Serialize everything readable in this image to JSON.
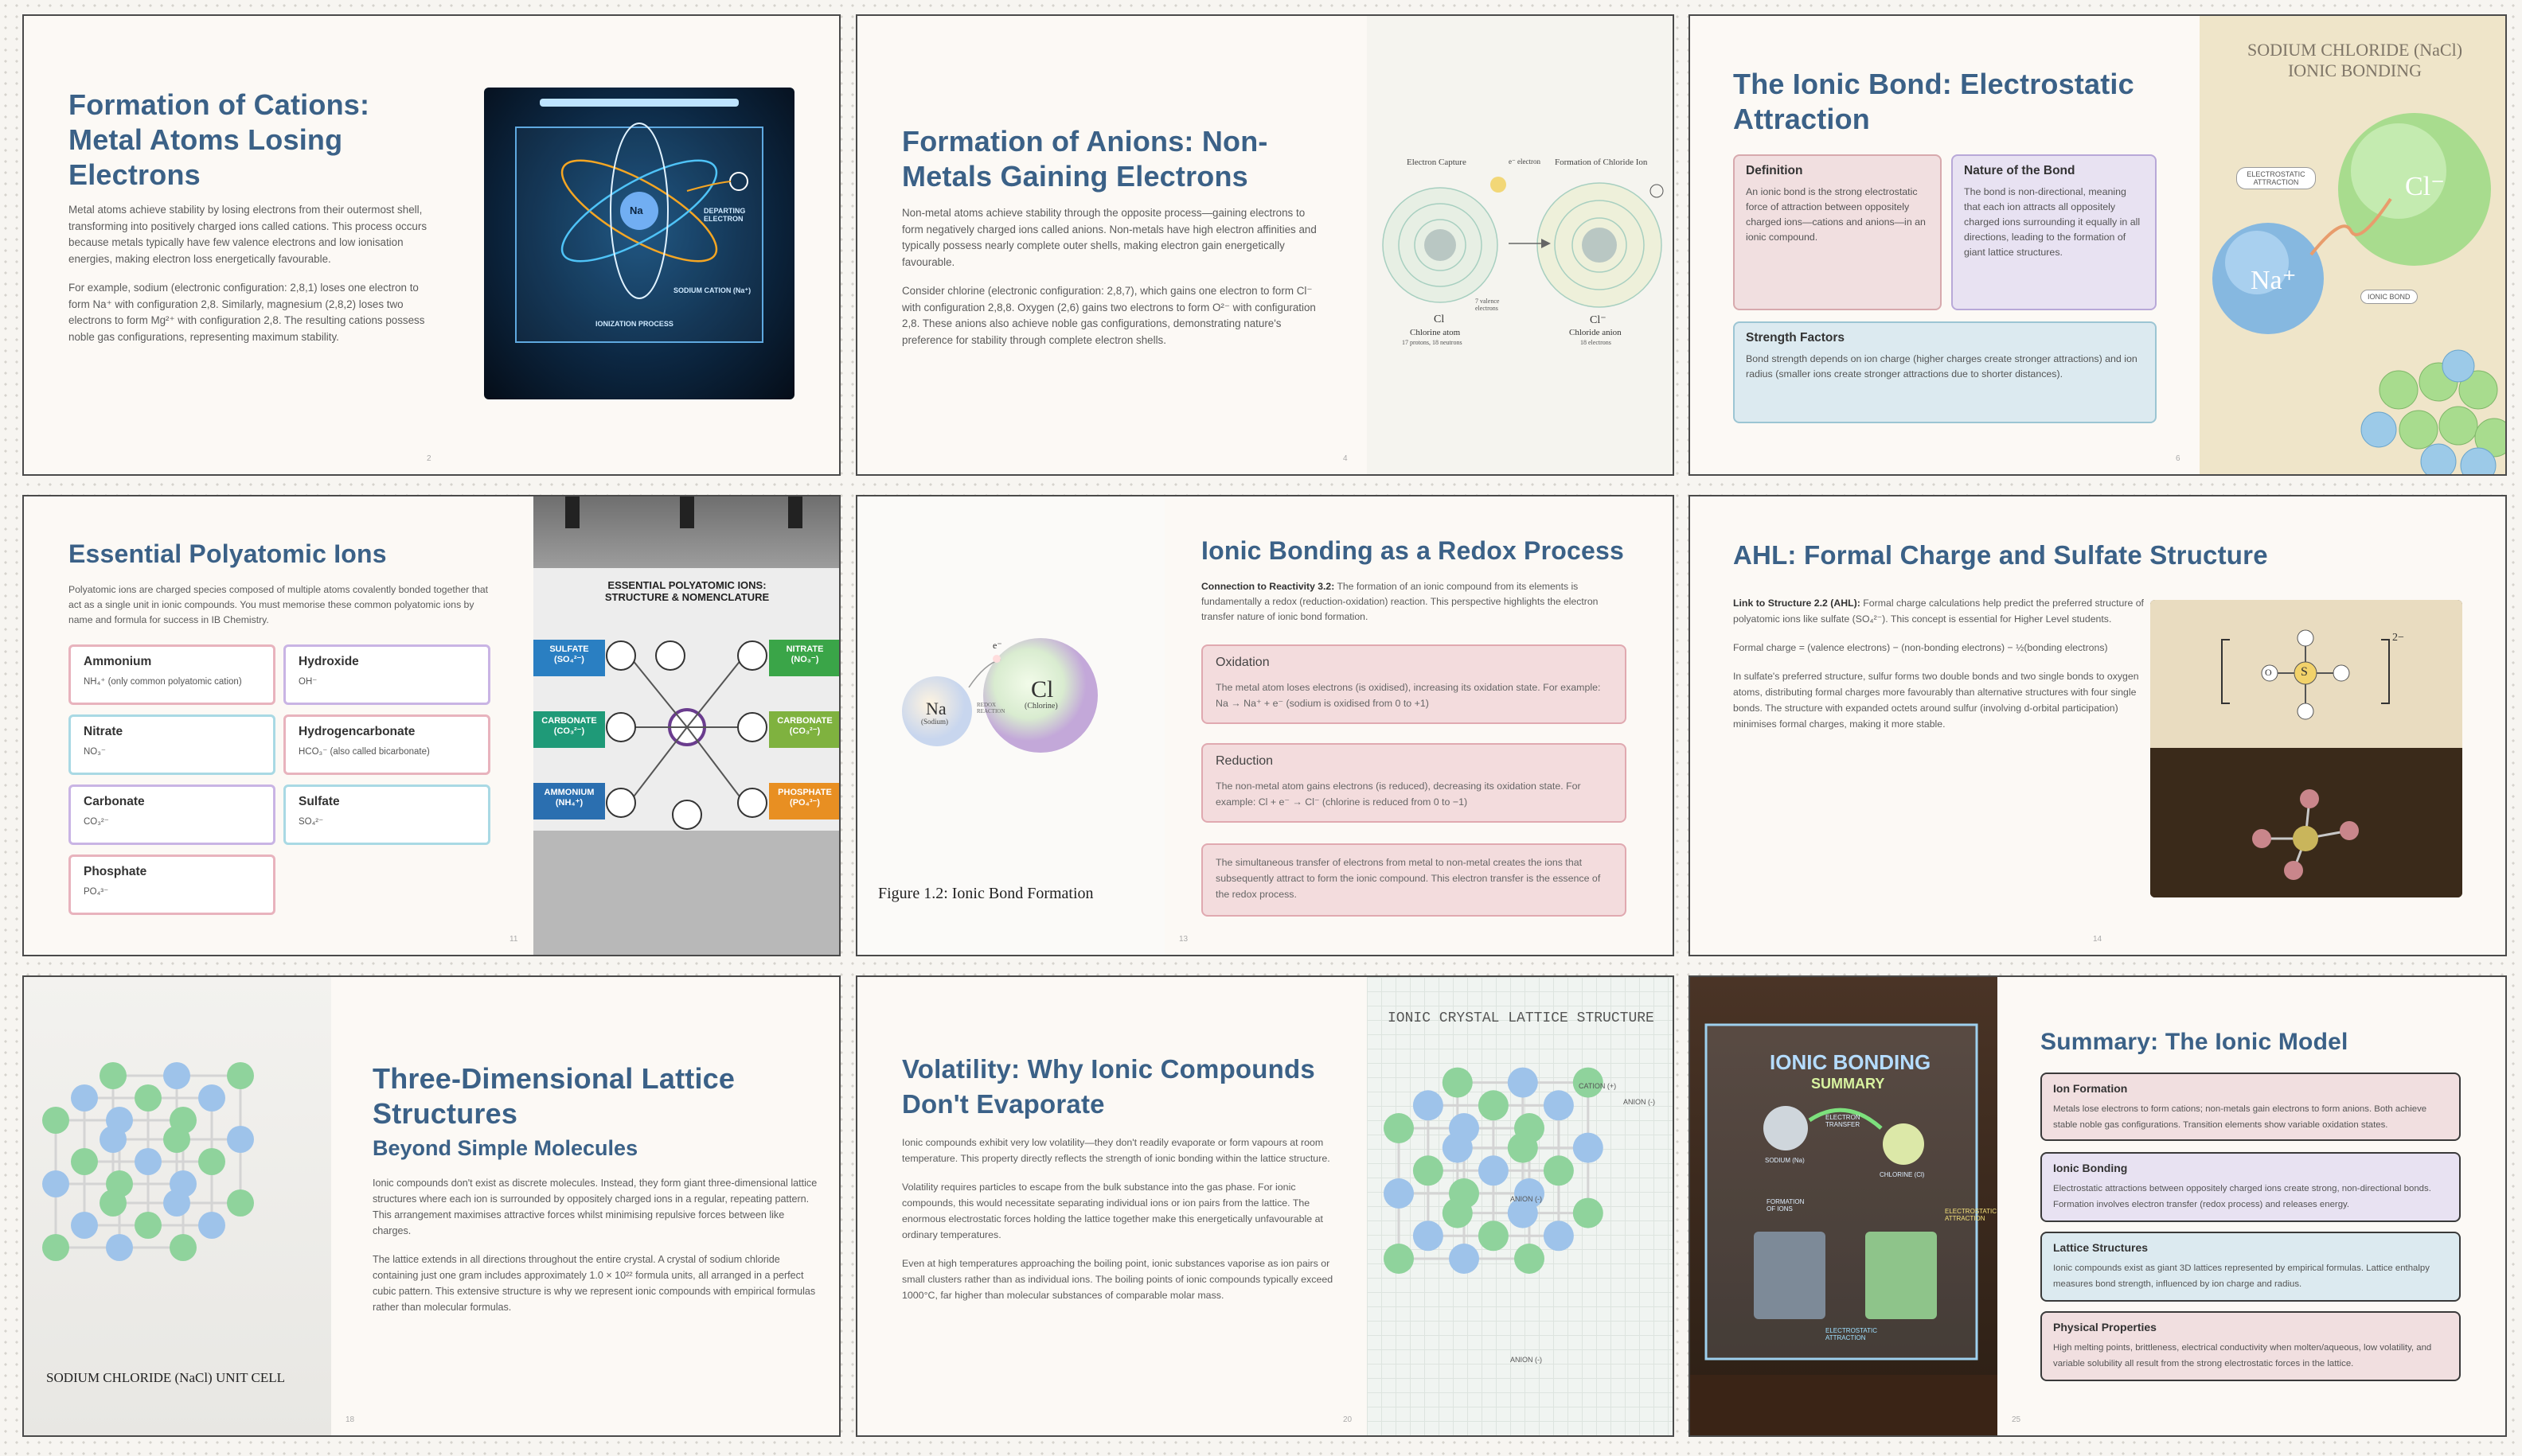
{
  "slides": {
    "cations": {
      "title": "Formation of Cations: Metal Atoms Losing Electrons",
      "p1": "Metal atoms achieve stability by losing electrons from their outermost shell, transforming into positively charged ions called cations. This process occurs because metals typically have few valence electrons and low ionisation energies, making electron loss energetically favourable.",
      "p2": "For example, sodium (electronic configuration: 2,8,1) loses one electron to form Na⁺ with configuration 2,8. Similarly, magnesium (2,8,2) loses two electrons to form Mg²⁺ with configuration 2,8. The resulting cations possess noble gas configurations, representing maximum stability.",
      "page": "2",
      "image": {
        "nucleus": "Na",
        "departing": "DEPARTING ELECTRON",
        "cation": "SODIUM CATION (Na⁺)",
        "process": "IONIZATION PROCESS"
      }
    },
    "anions": {
      "title": "Formation of Anions: Non-Metals Gaining Electrons",
      "p1": "Non-metal atoms achieve stability through the opposite process—gaining electrons to form negatively charged ions called anions. Non-metals have high electron affinities and typically possess nearly complete outer shells, making electron gain energetically favourable.",
      "p2": "Consider chlorine (electronic configuration: 2,8,7), which gains one electron to form Cl⁻ with configuration 2,8,8. Oxygen (2,6) gains two electrons to form O²⁻ with configuration 2,8. These anions also achieve noble gas configurations, demonstrating nature's preference for stability through complete electron shells.",
      "page": "4",
      "image": {
        "capture": "Electron Capture",
        "formation": "Formation of Chloride Ion",
        "electron": "e⁻ electron",
        "valence": "7 valence electrons",
        "cl": "Cl",
        "cl_name": "Chlorine atom",
        "cl_sub": "17 protons, 18 neutrons",
        "clm": "Cl⁻",
        "clm_name": "Chloride anion",
        "clm_sub": "18 electrons"
      }
    },
    "ionic_bond": {
      "title": "The Ionic Bond: Electrostatic Attraction",
      "definition_h": "Definition",
      "definition_t": "An ionic bond is the strong electrostatic force of attraction between oppositely charged ions—cations and anions—in an ionic compound.",
      "nature_h": "Nature of the Bond",
      "nature_t": "The bond is non-directional, meaning that each ion attracts all oppositely charged ions surrounding it equally in all directions, leading to the formation of giant lattice structures.",
      "strength_h": "Strength Factors",
      "strength_t": "Bond strength depends on ion charge (higher charges create stronger attractions) and ion radius (smaller ions create stronger attractions due to shorter distances).",
      "page": "6",
      "image": {
        "title": "SODIUM CHLORIDE (NaCl) IONIC BONDING",
        "attraction": "ELECTROSTATIC ATTRACTION",
        "cl": "Cl⁻",
        "na": "Na⁺",
        "bond": "IONIC BOND"
      }
    },
    "polyatomic": {
      "title": "Essential Polyatomic Ions",
      "intro": "Polyatomic ions are charged species composed of multiple atoms covalently bonded together that act as a single unit in ionic compounds. You must memorise these common polyatomic ions by name and formula for success in IB Chemistry.",
      "ions": [
        {
          "name": "Ammonium",
          "formula": "NH₄⁺ (only common polyatomic cation)"
        },
        {
          "name": "Hydroxide",
          "formula": "OH⁻"
        },
        {
          "name": "Nitrate",
          "formula": "NO₃⁻"
        },
        {
          "name": "Hydrogencarbonate",
          "formula": "HCO₃⁻ (also called bicarbonate)"
        },
        {
          "name": "Carbonate",
          "formula": "CO₃²⁻"
        },
        {
          "name": "Sulfate",
          "formula": "SO₄²⁻"
        },
        {
          "name": "Phosphate",
          "formula": "PO₄³⁻"
        }
      ],
      "page": "11",
      "image": {
        "title": "ESSENTIAL POLYATOMIC IONS: STRUCTURE & NOMENCLATURE",
        "left": [
          "SULFATE (SO₄²⁻)",
          "CARBONATE (CO₃²⁻)",
          "AMMONIUM (NH₄⁺)"
        ],
        "right": [
          "NITRATE (NO₃⁻)",
          "CARBONATE (CO₃²⁻)",
          "PHOSPHATE (PO₄³⁻)"
        ]
      }
    },
    "redox": {
      "title": "Ionic Bonding as a Redox Process",
      "intro_b": "Connection to Reactivity 3.2:",
      "intro": " The formation of an ionic compound from its elements is fundamentally a redox (reduction-oxidation) reaction. This perspective highlights the electron transfer nature of ionic bond formation.",
      "ox_h": "Oxidation",
      "ox_t": "The metal atom loses electrons (is oxidised), increasing its oxidation state. For example: Na → Na⁺ + e⁻ (sodium is oxidised from 0 to +1)",
      "red_h": "Reduction",
      "red_t": "The non-metal atom gains electrons (is reduced), decreasing its oxidation state. For example: Cl + e⁻ → Cl⁻ (chlorine is reduced from 0 to −1)",
      "sim_t": "The simultaneous transfer of electrons from metal to non-metal creates the ions that subsequently attract to form the ionic compound. This electron transfer is the essence of the redox process.",
      "page": "13",
      "image": {
        "na": "Na",
        "na_name": "(Sodium)",
        "cl": "Cl",
        "cl_name": "(Chlorine)",
        "redox": "REDOX REACTION",
        "e": "e⁻",
        "caption": "Figure 1.2: Ionic Bond Formation"
      }
    },
    "ahl": {
      "title": "AHL: Formal Charge and Sulfate Structure",
      "link_b": "Link to Structure 2.2 (AHL):",
      "link": " Formal charge calculations help predict the preferred structure of polyatomic ions like sulfate (SO₄²⁻). This concept is essential for Higher Level students.",
      "formula": "Formal charge = (valence electrons) − (non-bonding electrons) − ½(bonding electrons)",
      "p3": "In sulfate's preferred structure, sulfur forms two double bonds and two single bonds to oxygen atoms, distributing formal charges more favourably than alternative structures with four single bonds. The structure with expanded octets around sulfur (involving d-orbital participation) minimises formal charges, making it more stable.",
      "page": "14",
      "image": {
        "s": "S",
        "o": "O",
        "charge": "2−"
      }
    },
    "lattice": {
      "title": "Three-Dimensional Lattice Structures",
      "subtitle": "Beyond Simple Molecules",
      "p1": "Ionic compounds don't exist as discrete molecules. Instead, they form giant three-dimensional lattice structures where each ion is surrounded by oppositely charged ions in a regular, repeating pattern. This arrangement maximises attractive forces whilst minimising repulsive forces between like charges.",
      "p2": "The lattice extends in all directions throughout the entire crystal. A crystal of sodium chloride containing just one gram includes approximately 1.0 × 10²² formula units, all arranged in a perfect cubic pattern. This extensive structure is why we represent ionic compounds with empirical formulas rather than molecular formulas.",
      "page": "18",
      "image": {
        "caption": "SODIUM CHLORIDE (NaCl) UNIT CELL"
      }
    },
    "volatility": {
      "title": "Volatility: Why Ionic Compounds Don't Evaporate",
      "p1": "Ionic compounds exhibit very low volatility—they don't readily evaporate or form vapours at room temperature. This property directly reflects the strength of ionic bonding within the lattice structure.",
      "p2": "Volatility requires particles to escape from the bulk substance into the gas phase. For ionic compounds, this would necessitate separating individual ions or ion pairs from the lattice. The enormous electrostatic forces holding the lattice together make this energetically unfavourable at ordinary temperatures.",
      "p3": "Even at high temperatures approaching the boiling point, ionic substances vaporise as ion pairs or small clusters rather than as individual ions. The boiling points of ionic compounds typically exceed 1000°C, far higher than molecular substances of comparable molar mass.",
      "page": "20",
      "image": {
        "title": "IONIC CRYSTAL LATTICE STRUCTURE",
        "cation": "CATION (+)",
        "anion": "ANION (-)",
        "anion2": "ANION (-)",
        "anion3": "ANION (-)"
      }
    },
    "summary": {
      "title": "Summary: The Ionic Model",
      "cards": [
        {
          "h": "Ion Formation",
          "t": "Metals lose electrons to form cations; non-metals gain electrons to form anions. Both achieve stable noble gas configurations. Transition elements show variable oxidation states."
        },
        {
          "h": "Ionic Bonding",
          "t": "Electrostatic attractions between oppositely charged ions create strong, non-directional bonds. Formation involves electron transfer (redox process) and releases energy."
        },
        {
          "h": "Lattice Structures",
          "t": "Ionic compounds exist as giant 3D lattices represented by empirical formulas. Lattice enthalpy measures bond strength, influenced by ion charge and radius."
        },
        {
          "h": "Physical Properties",
          "t": "High melting points, brittleness, electrical conductivity when molten/aqueous, low volatility, and variable solubility all result from the strong electrostatic forces in the lattice."
        }
      ],
      "page": "25",
      "image": {
        "title": "IONIC BONDING",
        "subtitle": "SUMMARY",
        "transfer": "ELECTRON TRANSFER",
        "na": "SODIUM (Na)",
        "cl": "CHLORINE (Cl)",
        "formation": "FORMATION OF IONS",
        "attraction": "ELECTROSTATIC ATTRACTION",
        "attraction2": "ELECTROSTATIC ATTRACTION"
      }
    }
  },
  "colors": {
    "title": "#3b6187",
    "pink": "#f1dfe0",
    "purple": "#e8e2f2",
    "blue": "#dceaf0"
  }
}
